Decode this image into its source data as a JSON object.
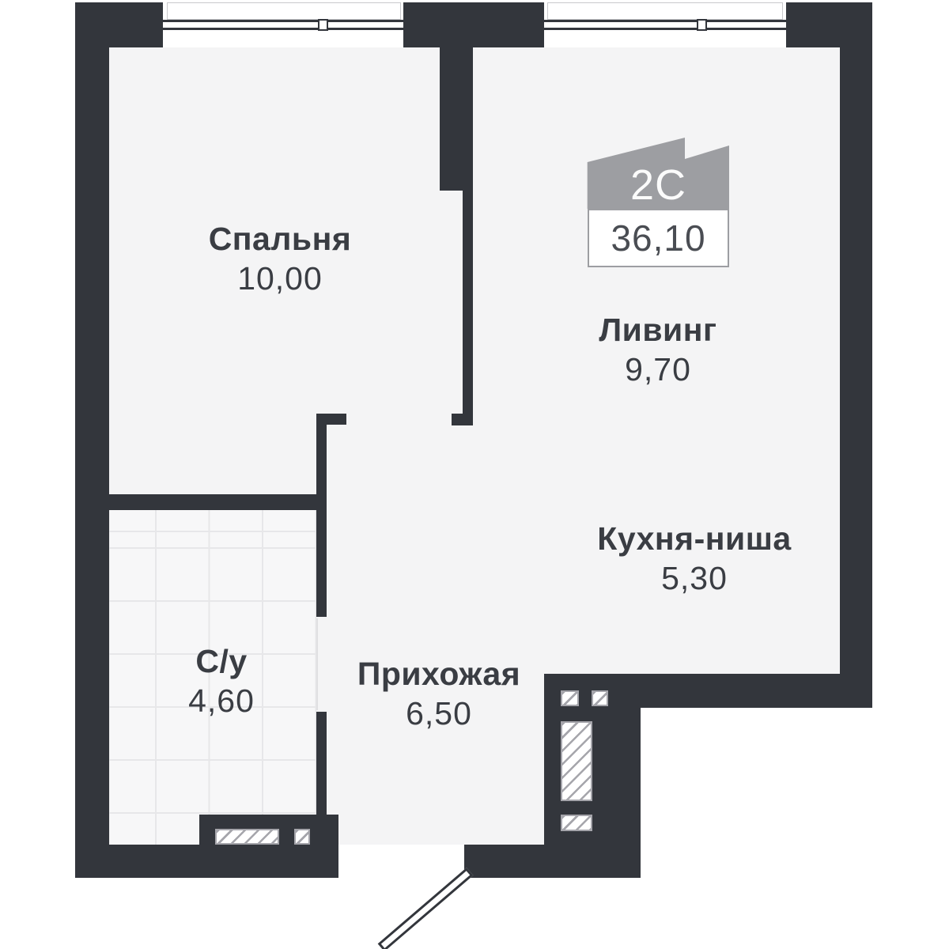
{
  "badge": {
    "type_label": "2С",
    "total_area": "36,10"
  },
  "rooms": [
    {
      "name": "Спальня",
      "area": "10,00"
    },
    {
      "name": "Ливинг",
      "area": "9,70"
    },
    {
      "name": "Кухня-ниша",
      "area": "5,30"
    },
    {
      "name": "Прихожая",
      "area": "6,50"
    },
    {
      "name": "С/у",
      "area": "4,60"
    }
  ],
  "colors": {
    "wall": "#33363c",
    "floor": "#f4f4f5",
    "tile_line": "#e7e7e9",
    "hatch_line": "#a5a5ab",
    "badge_gray": "#9d9ea2",
    "label_text": "#3a3d43",
    "badge_area_text": "#4a4d53"
  }
}
